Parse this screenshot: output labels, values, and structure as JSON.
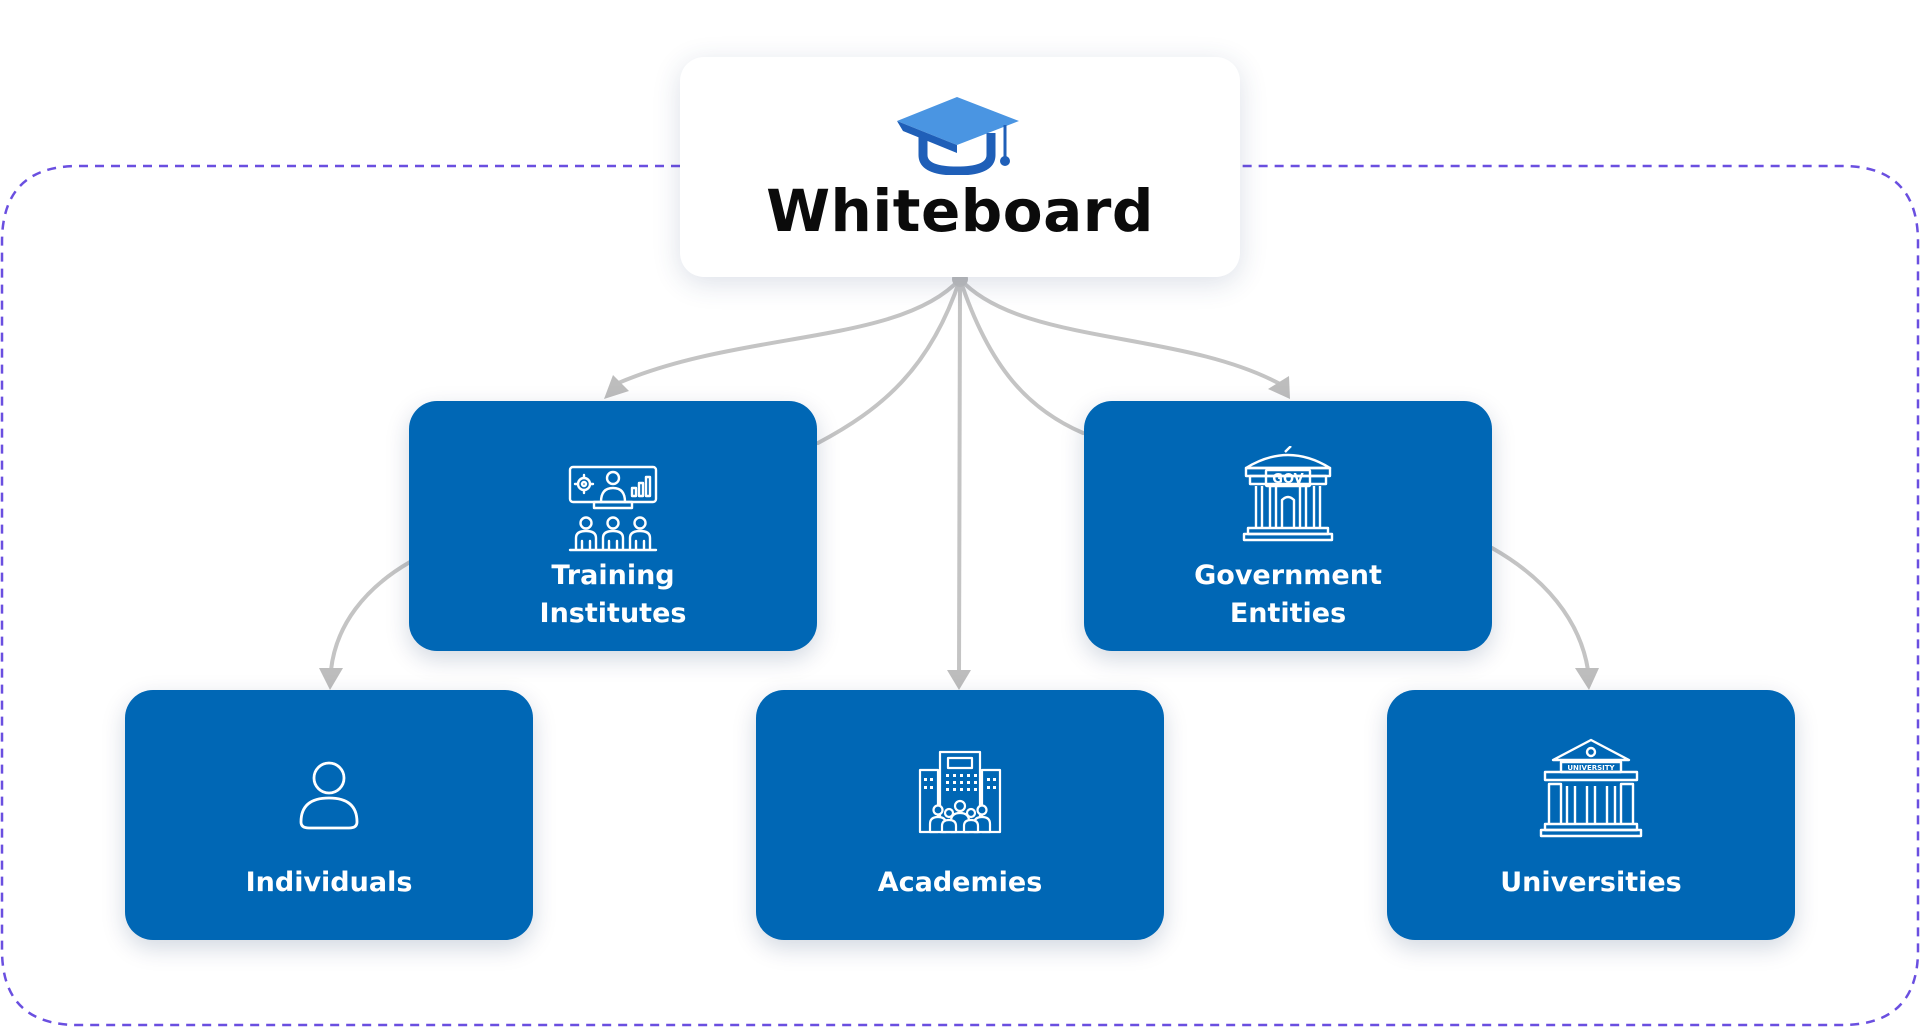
{
  "root": {
    "title": "Whiteboard",
    "logo_icon": "graduation-cap-icon"
  },
  "nodes": {
    "training": {
      "line1": "Training",
      "line2": "Institutes",
      "icon": "classroom-presentation-icon"
    },
    "government": {
      "line1": "Government",
      "line2": "Entities",
      "icon": "government-building-icon",
      "icon_text": "GOV"
    },
    "individuals": {
      "label": "Individuals",
      "icon": "person-icon"
    },
    "academies": {
      "label": "Academies",
      "icon": "academy-building-group-icon"
    },
    "universities": {
      "label": "Universities",
      "icon": "university-building-icon",
      "icon_text": "UNIVERSITY"
    }
  },
  "colors": {
    "node_fill": "#0067b5",
    "connector": "#c4c4c4",
    "boundary": "#6a4fe0",
    "logo_light": "#4a95e2",
    "logo_dark": "#1f5fb8",
    "title_text": "#0b0b0b"
  }
}
